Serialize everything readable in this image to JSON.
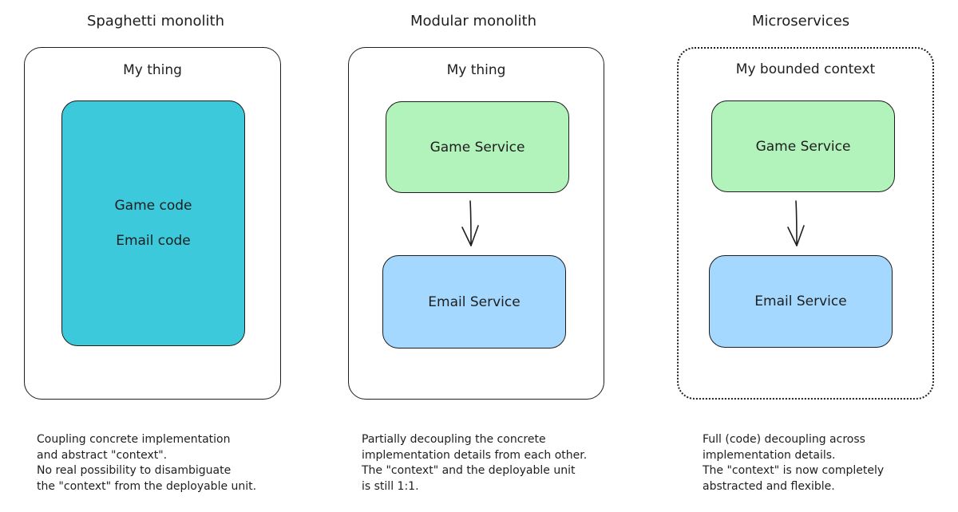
{
  "colors": {
    "teal": "#3bc9db",
    "green": "#b2f2bb",
    "blue": "#a5d8ff",
    "stroke": "#1e1e1e"
  },
  "columns": [
    {
      "title": "Spaghetti monolith",
      "container_label": "My thing",
      "container_style": "solid",
      "code_lines": [
        "Game code",
        "Email code"
      ],
      "caption": "Coupling concrete implementation\nand abstract \"context\".\nNo real possibility to disambiguate\nthe \"context\" from the deployable unit."
    },
    {
      "title": "Modular monolith",
      "container_label": "My thing",
      "container_style": "solid",
      "service_top": "Game Service",
      "service_bottom": "Email Service",
      "caption": "Partially decoupling the concrete\nimplementation details from each other.\nThe \"context\" and the deployable unit\nis still 1:1."
    },
    {
      "title": "Microservices",
      "container_label": "My bounded context",
      "container_style": "dotted",
      "service_top": "Game Service",
      "service_bottom": "Email Service",
      "caption": "Full (code) decoupling across\nimplementation details.\nThe \"context\" is now completely\nabstracted and flexible."
    }
  ]
}
